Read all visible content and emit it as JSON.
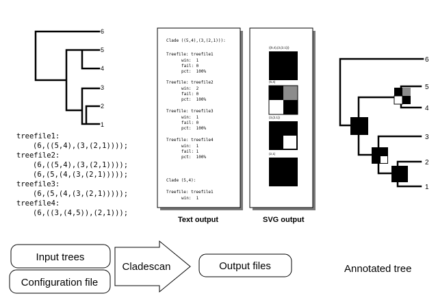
{
  "input_tree": {
    "leaf_labels": [
      "6",
      "5",
      "4",
      "3",
      "2",
      "1"
    ],
    "treefiles": [
      {
        "name": "treefile1:",
        "newicks": [
          "(6,((5,4),(3,(2,1))));"
        ]
      },
      {
        "name": "treefile2:",
        "newicks": [
          "(6,((5,4),(3,(2,1))));",
          "(6,(5,(4,(3,(2,1)))));"
        ]
      },
      {
        "name": "treefile3:",
        "newicks": [
          "(6,(5,(4,(3,(2,1)))));"
        ]
      },
      {
        "name": "treefile4:",
        "newicks": [
          "(6,((3,(4,5)),(2,1)));"
        ]
      }
    ]
  },
  "text_output": {
    "caption": "Text output",
    "header": "Clade ((5,4),(3,(2,1))):",
    "blocks": [
      {
        "title": "Treefile: treefile1",
        "lines": [
          "win:  1",
          "fail: 0",
          "pct:  100%"
        ]
      },
      {
        "title": "Treefile: treefile2",
        "lines": [
          "win:  2",
          "fail: 0",
          "pct:  100%"
        ]
      },
      {
        "title": "Treefile: treefile3",
        "lines": [
          "win:  1",
          "fail: 0",
          "pct:  100%"
        ]
      },
      {
        "title": "Treefile: treefile4",
        "lines": [
          "win:  1",
          "fail: 1",
          "pct:  100%"
        ]
      }
    ],
    "header2": "Clade (5,4):",
    "block5": {
      "title": "Treefile: treefile1",
      "lines": [
        "win:  1"
      ]
    }
  },
  "svg_output": {
    "caption": "SVG output",
    "labels": [
      "((5,4),(3,(2,1)))",
      "(5,4)",
      "(3,(2,1))",
      "(2,1)"
    ]
  },
  "annotated_tree": {
    "caption": "Annotated tree",
    "leaf_labels": [
      "6",
      "5",
      "4",
      "3",
      "2",
      "1"
    ]
  },
  "flow": {
    "input_trees": "Input trees",
    "config_file": "Configuration file",
    "cladescan": "Cladescan",
    "output_files": "Output files"
  },
  "colors": {
    "ink": "#000000",
    "gray": "#8c8c8c",
    "white": "#ffffff",
    "panel_shadow": "#7a7a7a"
  }
}
